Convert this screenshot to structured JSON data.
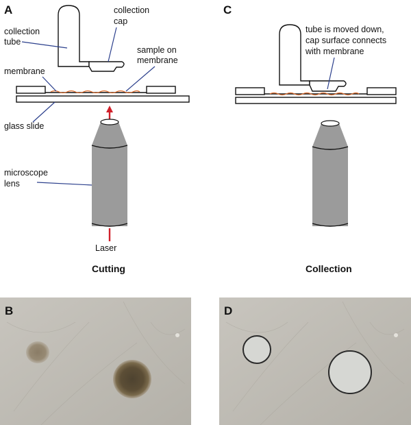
{
  "panels": {
    "a": {
      "letter": "A",
      "caption": "Cutting"
    },
    "b": {
      "letter": "B"
    },
    "c": {
      "letter": "C",
      "caption": "Collection"
    },
    "d": {
      "letter": "D"
    }
  },
  "labels": {
    "collection_tube": [
      "collection",
      "tube"
    ],
    "collection_cap": [
      "collection",
      "cap"
    ],
    "sample_on_membrane": [
      "sample on",
      "membrane"
    ],
    "membrane": "membrane",
    "glass_slide": "glass slide",
    "microscope_lens": [
      "microscope",
      "lens"
    ],
    "laser": "Laser",
    "tube_moved": [
      "tube is moved down,",
      "cap surface connects",
      "with membrane"
    ]
  },
  "colors": {
    "lens_gray": "#9b9b9b",
    "laser_red": "#d0202a",
    "leader_blue": "#2b3f8c",
    "sample_orange": "#e06a28",
    "photo_background": "#bdbab2",
    "stained_tissue": "#6b5a40",
    "cut_hole": "#d4d5d2"
  }
}
